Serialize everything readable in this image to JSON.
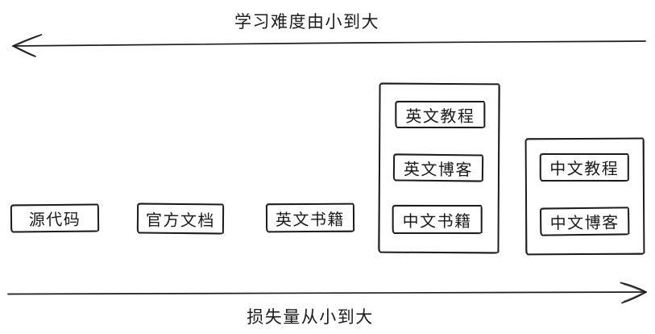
{
  "colors": {
    "stroke": "#1d1d1d",
    "text": "#1a1a1a",
    "background": "#ffffff"
  },
  "top_axis": {
    "label": "学习难度由小到大",
    "arrow_direction": "left"
  },
  "bottom_axis": {
    "label": "损失量从小到大",
    "arrow_direction": "right"
  },
  "standalone_items": [
    {
      "label": "源代码"
    },
    {
      "label": "官方文档"
    },
    {
      "label": "英文书籍"
    }
  ],
  "groups": [
    {
      "items": [
        {
          "label": "英文教程"
        },
        {
          "label": "英文博客"
        },
        {
          "label": "中文书籍"
        }
      ]
    },
    {
      "items": [
        {
          "label": "中文教程"
        },
        {
          "label": "中文博客"
        }
      ]
    }
  ]
}
